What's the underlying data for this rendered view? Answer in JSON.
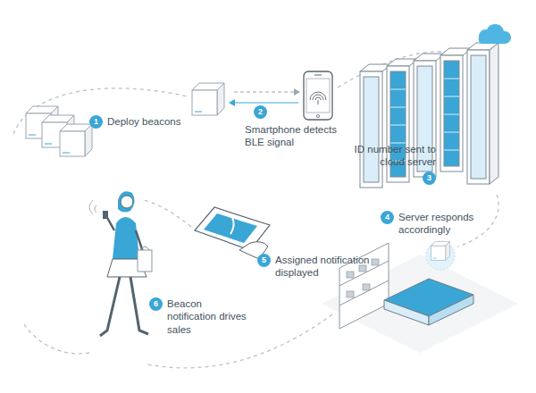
{
  "diagram": {
    "nodes": [
      {
        "text": [
          "1",
          "Deploy beacons"
        ]
      },
      {
        "text": [
          "2",
          "Smartphone detects BLE signal"
        ]
      },
      {
        "text": [
          "3",
          "ID number sent to cloud server"
        ]
      },
      {
        "text": [
          "4",
          "Server responds accordingly"
        ]
      },
      {
        "text": [
          "5",
          "Assigned notification displayed"
        ]
      },
      {
        "text": [
          "6",
          "Beacon notification drives sales"
        ]
      }
    ]
  }
}
